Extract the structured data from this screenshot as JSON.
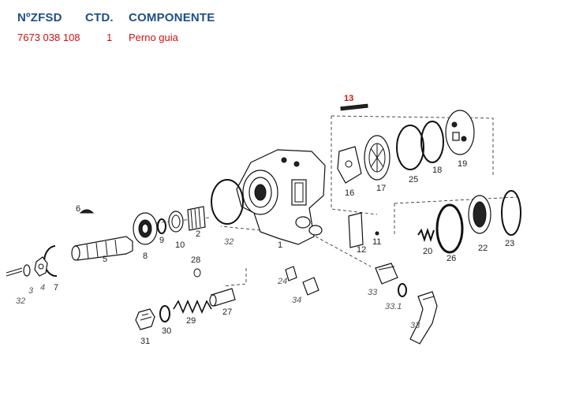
{
  "table": {
    "headers": {
      "part_no": "NºZFSD",
      "qty": "CTD.",
      "component": "COMPONENTE"
    },
    "row": {
      "part_no": "7673 038 108",
      "qty": "1",
      "component": "Perno guia"
    }
  },
  "diagram": {
    "highlight_color": "#d01010",
    "header_color": "#1f4e8c",
    "labels": {
      "l1": "1",
      "l2": "2",
      "l3": "3",
      "l4": "4",
      "l5": "5",
      "l6": "6",
      "l7": "7",
      "l8": "8",
      "l9": "9",
      "l10": "10",
      "l11": "11",
      "l12": "12",
      "l13": "13",
      "l16": "16",
      "l17": "17",
      "l18": "18",
      "l19": "19",
      "l20": "20",
      "l22": "22",
      "l23": "23",
      "l24": "24",
      "l25": "25",
      "l26": "26",
      "l27": "27",
      "l28": "28",
      "l29": "29",
      "l30": "30",
      "l31": "31",
      "l32": "32",
      "l32b": "32",
      "l33a": "33",
      "l33b": "33.1",
      "l33c": "33",
      "l34": "34"
    }
  }
}
